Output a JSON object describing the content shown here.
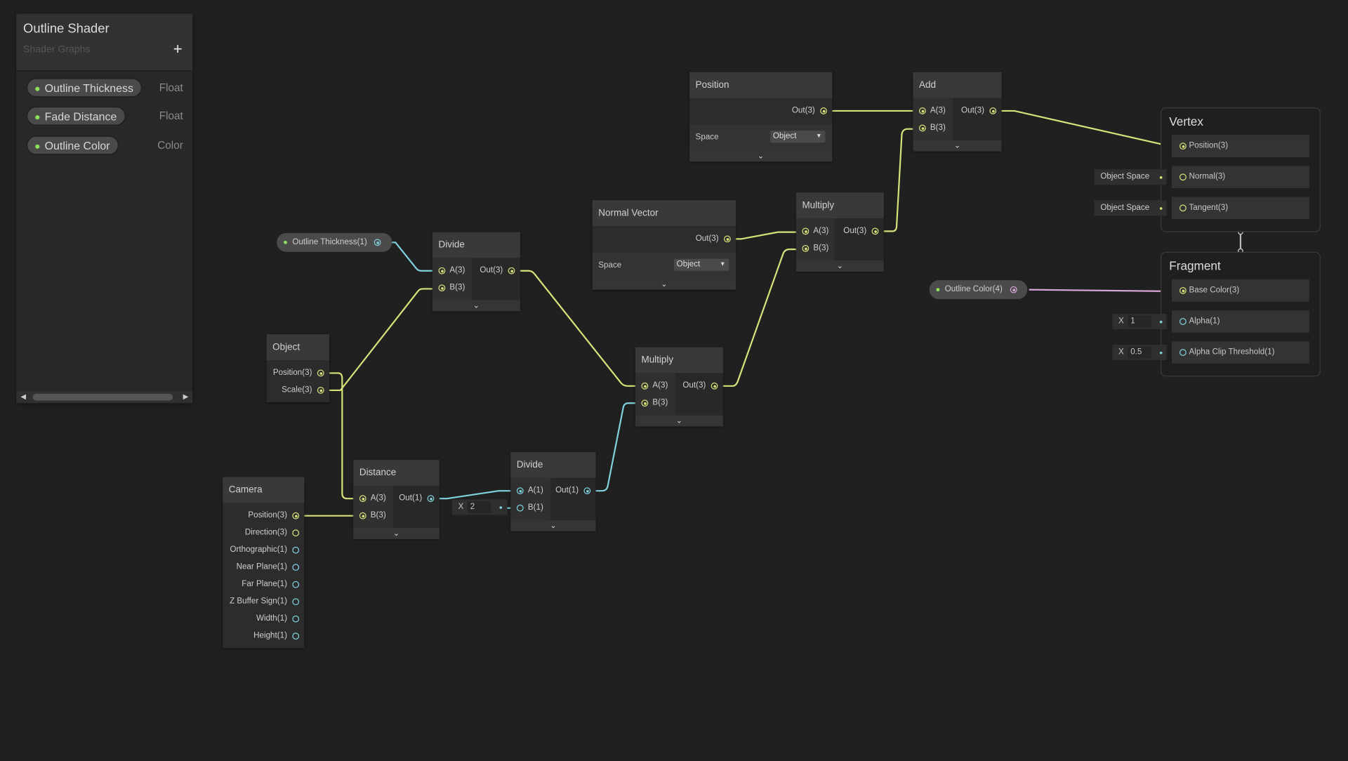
{
  "sidebar": {
    "title": "Outline Shader",
    "subtitle": "Shader Graphs",
    "add_icon": "+",
    "properties": [
      {
        "name": "Outline Thickness",
        "type": "Float"
      },
      {
        "name": "Fade Distance",
        "type": "Float"
      },
      {
        "name": "Outline Color",
        "type": "Color"
      }
    ]
  },
  "colors": {
    "vector": "#d9e27a",
    "float": "#7fd2de",
    "color": "#d9a6d9",
    "accent_green": "#8fe05a"
  },
  "nodes": {
    "position": {
      "title": "Position",
      "outputs": [
        "Out(3)"
      ],
      "space_label": "Space",
      "space_value": "Object"
    },
    "add": {
      "title": "Add",
      "inputs": [
        "A(3)",
        "B(3)"
      ],
      "outputs": [
        "Out(3)"
      ]
    },
    "multiply1": {
      "title": "Multiply",
      "inputs": [
        "A(3)",
        "B(3)"
      ],
      "outputs": [
        "Out(3)"
      ]
    },
    "normal_vector": {
      "title": "Normal Vector",
      "outputs": [
        "Out(3)"
      ],
      "space_label": "Space",
      "space_value": "Object"
    },
    "divide1": {
      "title": "Divide",
      "inputs": [
        "A(3)",
        "B(3)"
      ],
      "outputs": [
        "Out(3)"
      ]
    },
    "object": {
      "title": "Object",
      "outputs": [
        "Position(3)",
        "Scale(3)"
      ]
    },
    "multiply2": {
      "title": "Multiply",
      "inputs": [
        "A(3)",
        "B(3)"
      ],
      "outputs": [
        "Out(3)"
      ]
    },
    "distance": {
      "title": "Distance",
      "inputs": [
        "A(3)",
        "B(3)"
      ],
      "outputs": [
        "Out(1)"
      ]
    },
    "divide2": {
      "title": "Divide",
      "inputs": [
        "A(1)",
        "B(1)"
      ],
      "outputs": [
        "Out(1)"
      ]
    },
    "camera": {
      "title": "Camera",
      "outputs": [
        "Position(3)",
        "Direction(3)",
        "Orthographic(1)",
        "Near Plane(1)",
        "Far Plane(1)",
        "Z Buffer Sign(1)",
        "Width(1)",
        "Height(1)"
      ]
    }
  },
  "property_nodes": {
    "outline_thickness": "Outline Thickness(1)",
    "outline_color": "Outline Color(4)"
  },
  "inline_values": {
    "divide2_b": {
      "axis": "X",
      "value": "2"
    },
    "alpha": {
      "axis": "X",
      "value": "1"
    },
    "alpha_clip": {
      "axis": "X",
      "value": "0.5"
    },
    "normal_space": "Object Space",
    "tangent_space": "Object Space"
  },
  "master": {
    "vertex": {
      "title": "Vertex",
      "slots": [
        "Position(3)",
        "Normal(3)",
        "Tangent(3)"
      ]
    },
    "fragment": {
      "title": "Fragment",
      "slots": [
        "Base Color(3)",
        "Alpha(1)",
        "Alpha Clip Threshold(1)"
      ]
    }
  }
}
